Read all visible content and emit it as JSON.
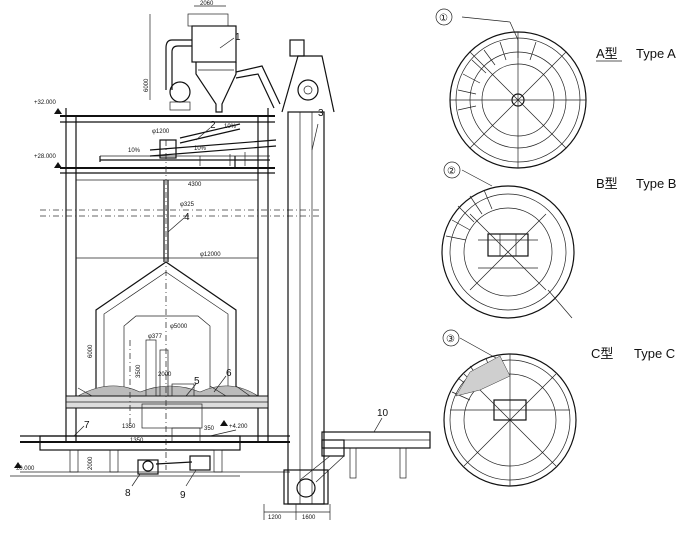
{
  "callouts": [
    "1",
    "2",
    "3",
    "4",
    "5",
    "6",
    "7",
    "8",
    "9",
    "10"
  ],
  "elevations": {
    "top": "+32.000",
    "mid": "+28.000",
    "low": "+4.200",
    "ground": "±0.000"
  },
  "dimensions": {
    "cyclone_width": "2060",
    "cyclone_height": "6000",
    "distributor_dia": "φ1200",
    "slope_1": "10%",
    "slope_2": "10%",
    "slope_3": "10%",
    "span": "4300",
    "pipe_dia": "φ325",
    "silo_dia": "φ12000",
    "cone_dia": "φ5000",
    "cone_height": "6000",
    "tube_dia": "φ377",
    "tube_height": "3500",
    "inner_w": "2000",
    "base_1": "1350",
    "base_2": "1350",
    "base_3": "350",
    "base_h": "2000",
    "elev_w1": "1200",
    "elev_w2": "1600"
  },
  "types": [
    {
      "num": "①",
      "label": "A型",
      "en": "Type A"
    },
    {
      "num": "②",
      "label": "B型",
      "en": "Type B"
    },
    {
      "num": "③",
      "label": "C型",
      "en": "Type C"
    }
  ]
}
